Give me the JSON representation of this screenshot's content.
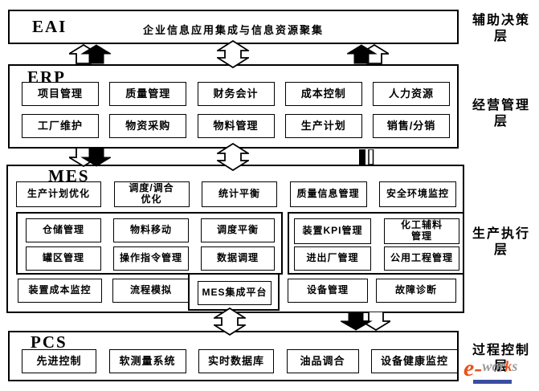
{
  "eai": {
    "title": "EAI",
    "description": "企业信息应用集成与信息资源聚集"
  },
  "erp": {
    "title": "ERP",
    "row1": [
      "项目管理",
      "质量管理",
      "财务会计",
      "成本控制",
      "人力资源"
    ],
    "row2": [
      "工厂维护",
      "物资采购",
      "物料管理",
      "生产计划",
      "销售/分销"
    ]
  },
  "mes": {
    "title": "MES",
    "row1": [
      "生产计划优化",
      "调度/调合\n优化",
      "统计平衡",
      "质量信息管理",
      "安全环境监控"
    ],
    "group_left_row1": [
      "仓储管理",
      "物料移动",
      "调度平衡"
    ],
    "group_left_row2": [
      "罐区管理",
      "操作指令管理",
      "数据调理"
    ],
    "group_right_row1": [
      "装置KPI管理",
      "化工辅料\n管理"
    ],
    "group_right_row2": [
      "进出厂管理",
      "公用工程管理"
    ],
    "bottom_cell_1": "装置成本监控",
    "bottom_cell_2": "流程模拟",
    "bottom_cell_3": "MES集成平台",
    "bottom_cell_4": "设备管理",
    "bottom_cell_5": "故障诊断"
  },
  "pcs": {
    "title": "PCS",
    "row": [
      "先进控制",
      "软测量系统",
      "实时数据库",
      "油品调合",
      "设备健康监控"
    ]
  },
  "side_labels": {
    "eai": "辅助决策\n层",
    "erp": "经营管理\n层",
    "mes": "生产执行\n层",
    "pcs": "过程控制\n层"
  },
  "logo": {
    "e": "e-",
    "wor": "wor",
    "k": "k",
    "s": "s",
    "accent_color": "#e8521a",
    "text_color": "#9a9a9a",
    "bar_color": "#3b4da0"
  }
}
